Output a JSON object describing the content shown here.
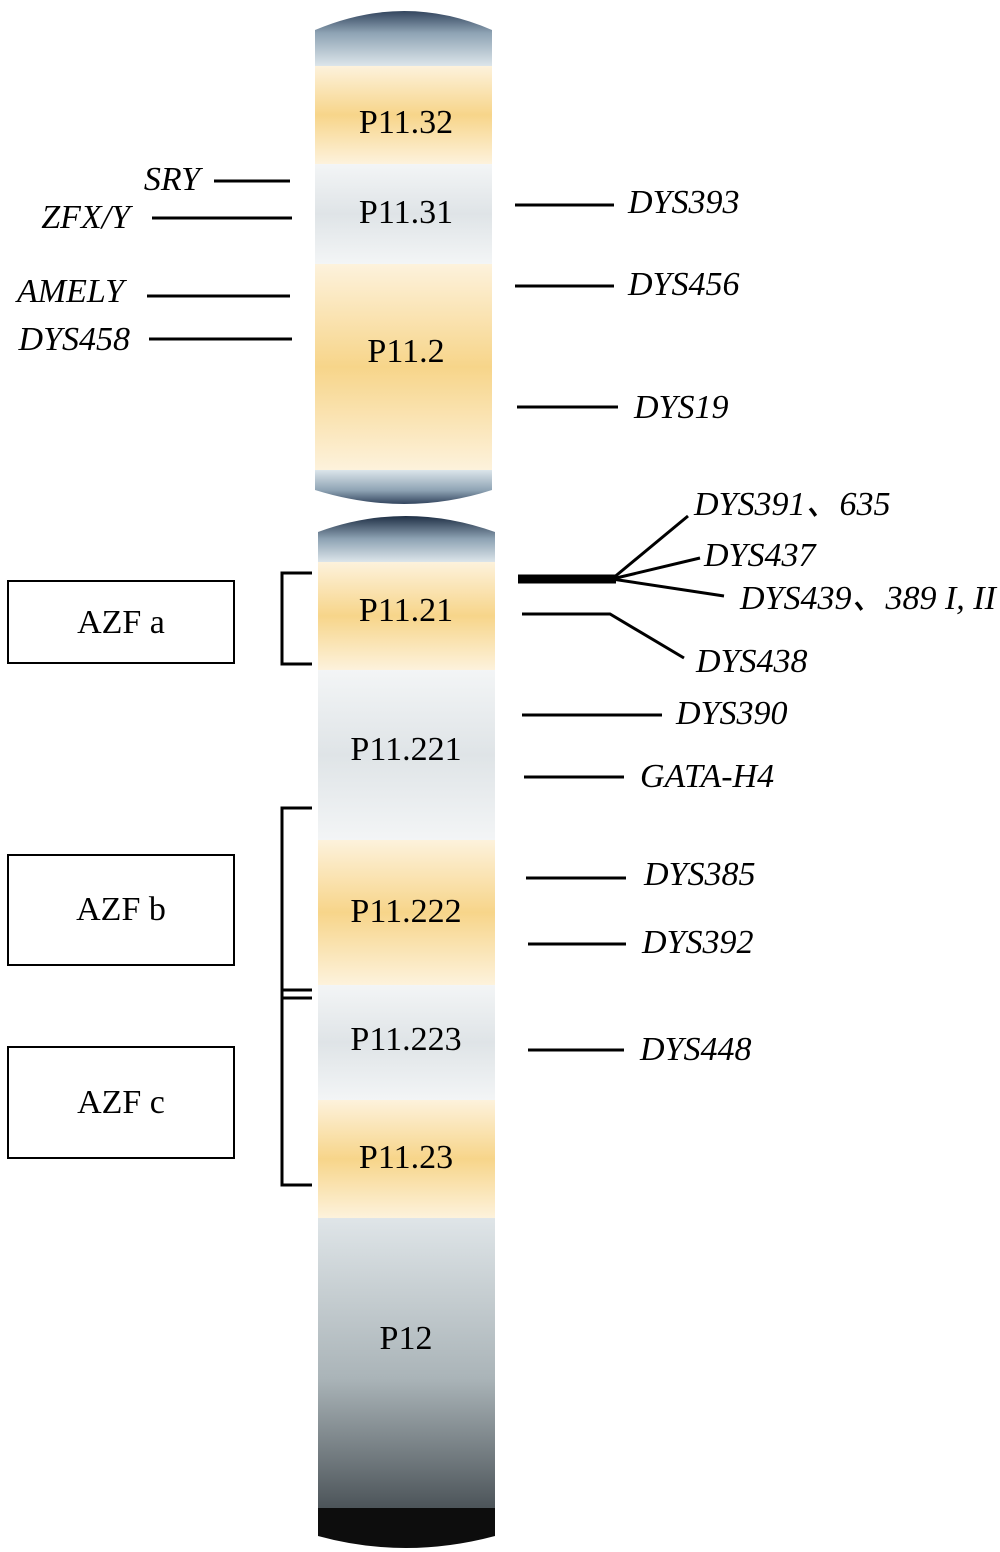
{
  "bands": [
    {
      "id": "p1132",
      "label": "P11.32"
    },
    {
      "id": "p1131",
      "label": "P11.31"
    },
    {
      "id": "p112",
      "label": "P11.2"
    },
    {
      "id": "p1121",
      "label": "P11.21"
    },
    {
      "id": "p11221",
      "label": "P11.221"
    },
    {
      "id": "p11222",
      "label": "P11.222"
    },
    {
      "id": "p11223",
      "label": "P11.223"
    },
    {
      "id": "p1123",
      "label": "P11.23"
    },
    {
      "id": "p12",
      "label": "P12"
    }
  ],
  "left_markers": [
    "SRY",
    "ZFX/Y",
    "AMELY",
    "DYS458"
  ],
  "right_markers": [
    "DYS393",
    "DYS456",
    "DYS19",
    "DYS391、635",
    "DYS437",
    "DYS439、389 I, II",
    "DYS438",
    "DYS390",
    "GATA-H4",
    "DYS385",
    "DYS392",
    "DYS448"
  ],
  "azf_regions": [
    "AZF a",
    "AZF b",
    "AZF c"
  ],
  "colors": {
    "yellow_band": "#f7d58a",
    "light_band": "#e8ecee",
    "cap_dark": "#4a5a70",
    "outline": "#000000"
  }
}
